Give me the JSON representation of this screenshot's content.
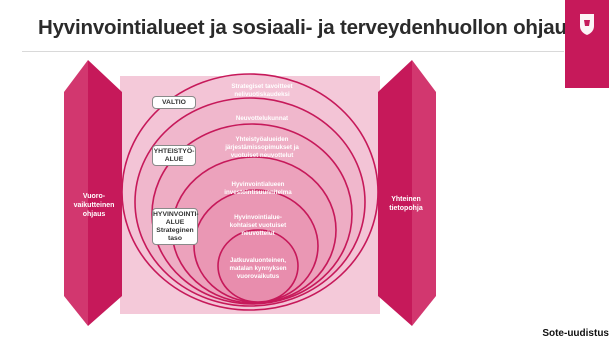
{
  "slide": {
    "title": "Hyvinvointialueet ja sosiaali- ja terveydenhuollon ohjaus",
    "footer": "Sote-uudistus"
  },
  "diagram": {
    "left_label": [
      "Vuoro-",
      "vaikutteinen",
      "ohjaus"
    ],
    "right_label": [
      "Yhteinen",
      "tietopohja"
    ],
    "boxes": {
      "valtio": [
        "VALTIO"
      ],
      "yhteistyo": [
        "YHTEISTYÖ-",
        "ALUE"
      ],
      "hyvinvointi": [
        "HYVINVOINTI-",
        "ALUE",
        "Strateginen",
        "taso"
      ]
    },
    "rings": [
      [
        "Strategiset tavoitteet",
        "nelivuotiskaudeksi"
      ],
      [
        "Neuvottelukunnat"
      ],
      [
        "Yhteistyöalueiden",
        "järjestämissopimukset ja",
        "vuotuiset neuvottelut"
      ],
      [
        "Hyvinvointialueen",
        "investointisuunnitelma"
      ],
      [
        "Hyvinvointialue-",
        "kohtaiset vuotuiset",
        "neuvottelut"
      ],
      [
        "Jatkuvaluonteinen,",
        "matalan kynnyksen",
        "vuorovaikutus"
      ]
    ],
    "colors": {
      "accent": "#c6195a",
      "ring_fill": "#f2bfd2",
      "ring_stroke": "#c6195a",
      "band_light": "#f4c9d9"
    }
  }
}
